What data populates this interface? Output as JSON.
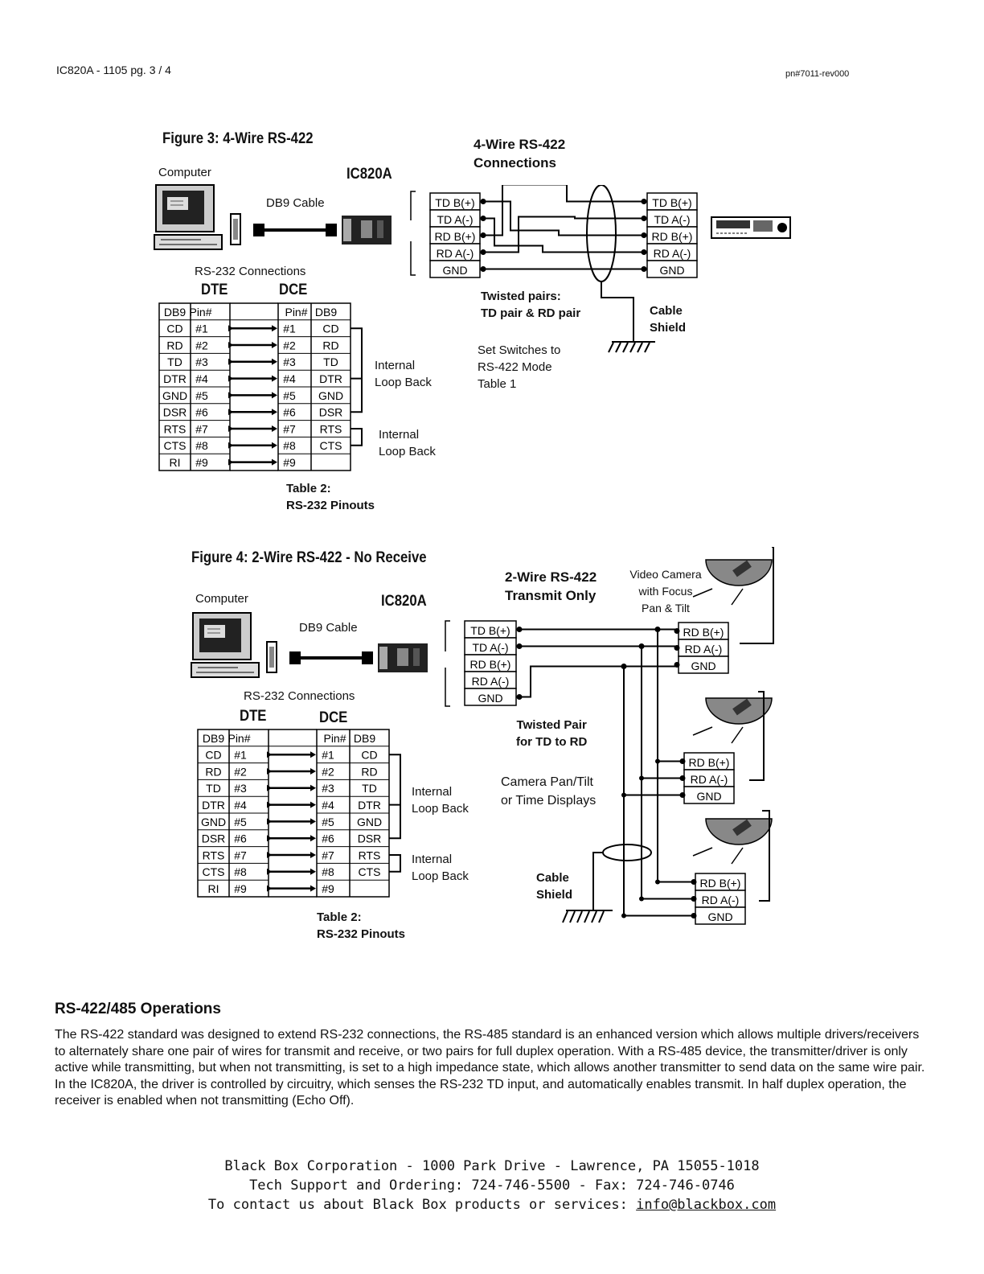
{
  "header": {
    "left": "IC820A - 1105 pg. 3 / 4",
    "right": "pn#7011-rev000"
  },
  "figure3": {
    "title": "Figure 3: 4-Wire RS-422",
    "computer": "Computer",
    "device": "IC820A",
    "cable": "DB9 Cable",
    "rs232": "RS-232 Connections",
    "dte": "DTE",
    "dce": "DCE",
    "conn_title_1": "4-Wire RS-422",
    "conn_title_2": "Connections",
    "left_terms": [
      "TD B(+)",
      "TD A(-)",
      "RD B(+)",
      "RD A(-)",
      "GND"
    ],
    "right_terms": [
      "TD B(+)",
      "TD A(-)",
      "RD B(+)",
      "RD A(-)",
      "GND"
    ],
    "twisted_1": "Twisted pairs:",
    "twisted_2": "TD pair & RD pair",
    "cable_shield_1": "Cable",
    "cable_shield_2": "Shield",
    "switch_1": "Set Switches to",
    "switch_2": "RS-422 Mode",
    "switch_3": "Table 1",
    "loop1_1": "Internal",
    "loop1_2": "Loop Back",
    "loop2_1": "Internal",
    "loop2_2": "Loop Back",
    "table_caption_1": "Table 2:",
    "table_caption_2": "RS-232 Pinouts"
  },
  "figure4": {
    "title": "Figure 4: 2-Wire RS-422 - No Receive",
    "computer": "Computer",
    "device": "IC820A",
    "cable": "DB9 Cable",
    "rs232": "RS-232 Connections",
    "dte": "DTE",
    "dce": "DCE",
    "conn_title_1": "2-Wire RS-422",
    "conn_title_2": "Transmit Only",
    "camera_1": "Video Camera",
    "camera_2": "with Focus",
    "camera_3": "Pan & Tilt",
    "left_terms": [
      "TD B(+)",
      "TD A(-)",
      "RD B(+)",
      "RD A(-)",
      "GND"
    ],
    "cam_terms": [
      "RD B(+)",
      "RD A(-)",
      "GND"
    ],
    "twisted_1": "Twisted Pair",
    "twisted_2": "for TD to RD",
    "pan_1": "Camera Pan/Tilt",
    "pan_2": "or Time Displays",
    "cable_shield_1": "Cable",
    "cable_shield_2": "Shield",
    "loop1_1": "Internal",
    "loop1_2": "Loop Back",
    "loop2_1": "Internal",
    "loop2_2": "Loop Back",
    "table_caption_1": "Table 2:",
    "table_caption_2": "RS-232 Pinouts"
  },
  "pinout": {
    "headers": [
      "DB9",
      "Pin#",
      "Pin#",
      "DB9"
    ],
    "rows": [
      [
        "CD",
        "#1",
        "#1",
        "CD"
      ],
      [
        "RD",
        "#2",
        "#2",
        "RD"
      ],
      [
        "TD",
        "#3",
        "#3",
        "TD"
      ],
      [
        "DTR",
        "#4",
        "#4",
        "DTR"
      ],
      [
        "GND",
        "#5",
        "#5",
        "GND"
      ],
      [
        "DSR",
        "#6",
        "#6",
        "DSR"
      ],
      [
        "RTS",
        "#7",
        "#7",
        "RTS"
      ],
      [
        "CTS",
        "#8",
        "#8",
        "CTS"
      ],
      [
        "RI",
        "#9",
        "#9",
        ""
      ]
    ]
  },
  "section": {
    "heading": "RS-422/485 Operations",
    "body": "The RS-422 standard was designed to extend RS-232 connections, the RS-485 standard is an enhanced version which allows multiple drivers/receivers to alternately share one pair of wires for transmit and receive, or two pairs for full duplex operation. With a RS-485 device, the transmitter/driver is only active while transmitting, but when not transmitting, is set to a high impedance state, which allows another transmitter to send data on the same wire pair. In the IC820A, the driver is controlled by circuitry, which senses the RS-232 TD input, and automatically enables transmit. In half duplex operation, the receiver is enabled when not transmitting (Echo Off)."
  },
  "footer": {
    "line1": "Black Box Corporation - 1000 Park Drive - Lawrence, PA 15055-1018",
    "line2": "Tech Support and Ordering: 724-746-5500 - Fax: 724-746-0746",
    "line3_prefix": "To contact us about Black Box products or services: ",
    "email": "info@blackbox.com"
  }
}
